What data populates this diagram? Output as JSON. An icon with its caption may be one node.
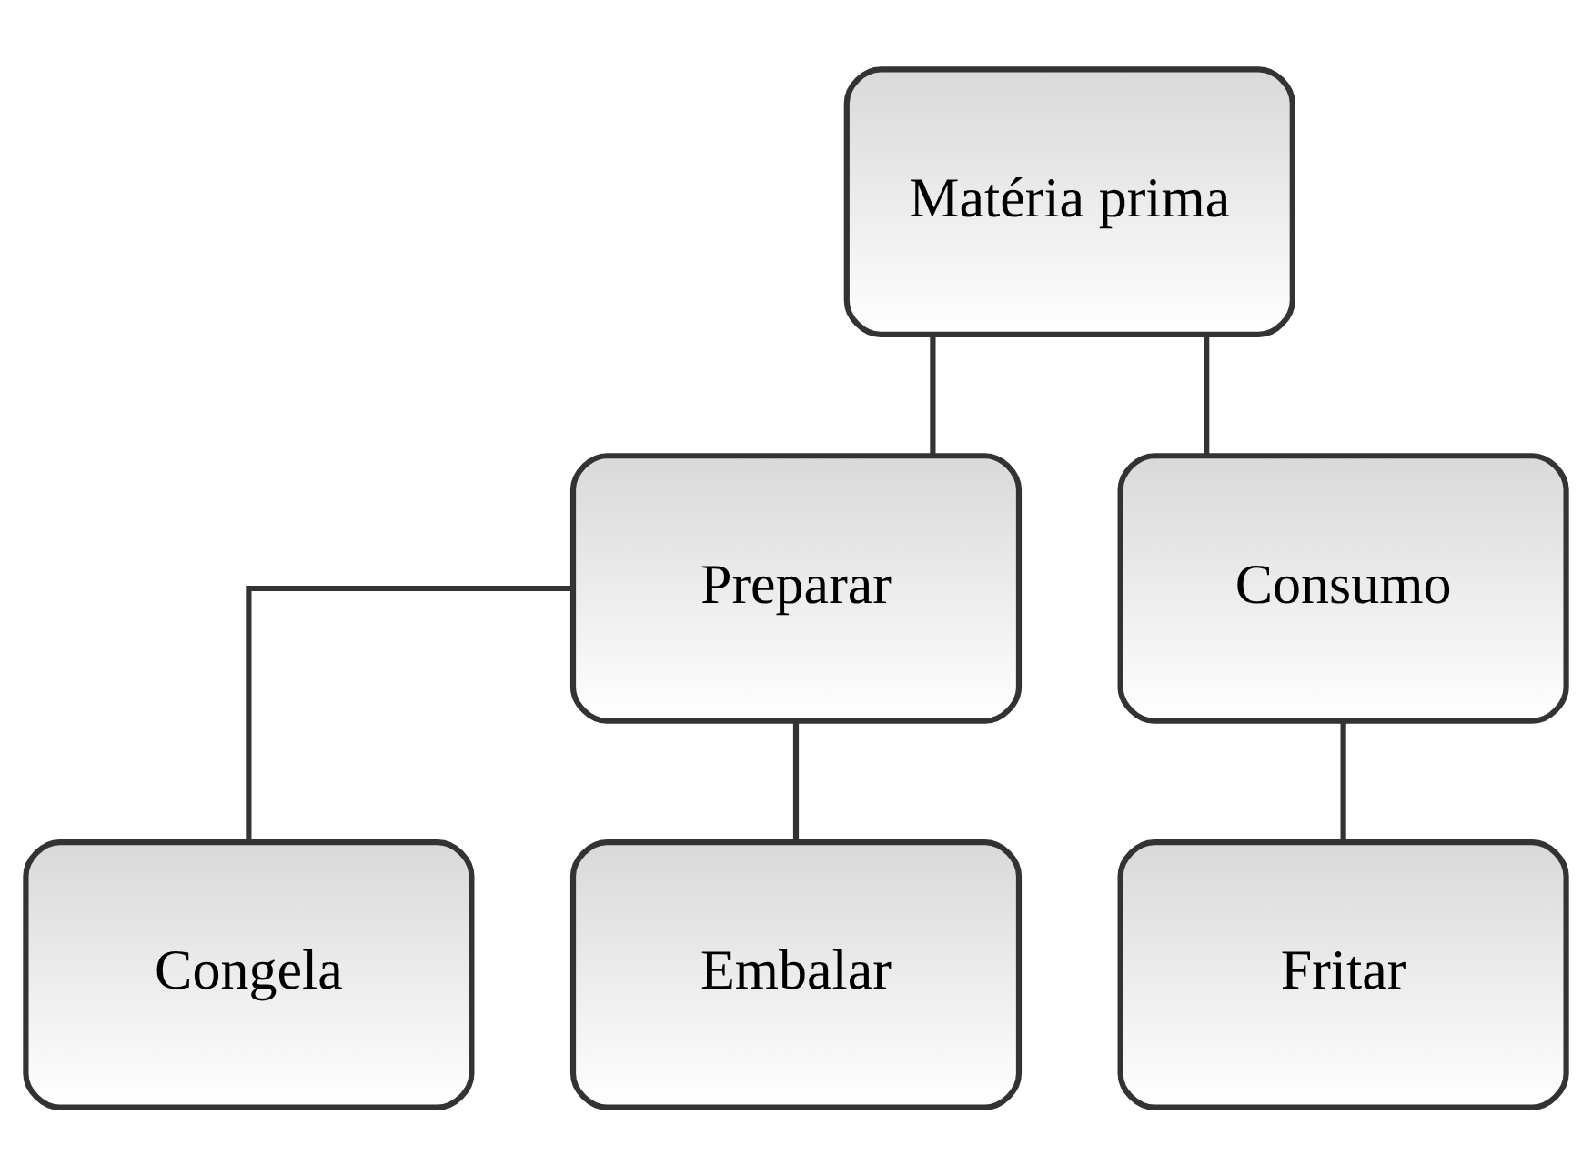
{
  "diagram": {
    "nodes": [
      {
        "text": [
          "Matéria prima"
        ]
      },
      {
        "text": [
          "Preparar"
        ]
      },
      {
        "text": [
          "Consumo"
        ]
      },
      {
        "text": [
          "Congela"
        ]
      },
      {
        "text": [
          "Embalar"
        ]
      },
      {
        "text": [
          "Fritar"
        ]
      }
    ],
    "edges": [
      {
        "from": 0,
        "to": 1,
        "arrow": "none"
      },
      {
        "from": 0,
        "to": 2,
        "arrow": "none"
      },
      {
        "from": 1,
        "to": 3,
        "arrow": "none"
      },
      {
        "from": 1,
        "to": 4,
        "arrow": "none"
      },
      {
        "from": 2,
        "to": 5,
        "arrow": "none"
      }
    ]
  }
}
